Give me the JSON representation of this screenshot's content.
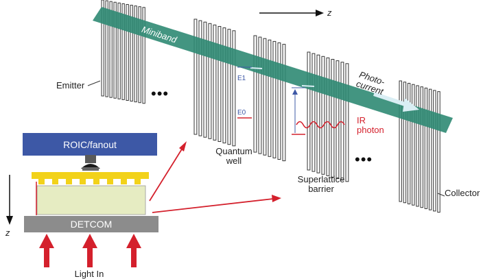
{
  "labels": {
    "axis_z_top": "z",
    "axis_z_left": "z",
    "miniband": "Miniband",
    "emitter": "Emitter",
    "collector": "Collector",
    "photocurrent_line1": "Photo-",
    "photocurrent_line2": "current",
    "level_e1": "E1",
    "level_e0": "E0",
    "ir_line1": "IR",
    "ir_line2": "photon",
    "quantum_well_line1": "Quantum",
    "quantum_well_line2": "well",
    "superlattice_line1": "Superlattice",
    "superlattice_line2": "barrier",
    "roic": "ROIC/fanout",
    "detcom": "DETCOM",
    "light_in": "Light In",
    "ellipsis": "•••"
  },
  "colors": {
    "band": "#2f8a73",
    "roic": "#3d58a6",
    "gold": "#f2d21a",
    "active": "#e6ecc2",
    "detcom": "#8c8c8c",
    "arrow_red": "#d4202c",
    "line": "#333333"
  },
  "icons": {
    "light_arrow": "up-arrow-icon",
    "indium_bump": "bump-icon"
  }
}
